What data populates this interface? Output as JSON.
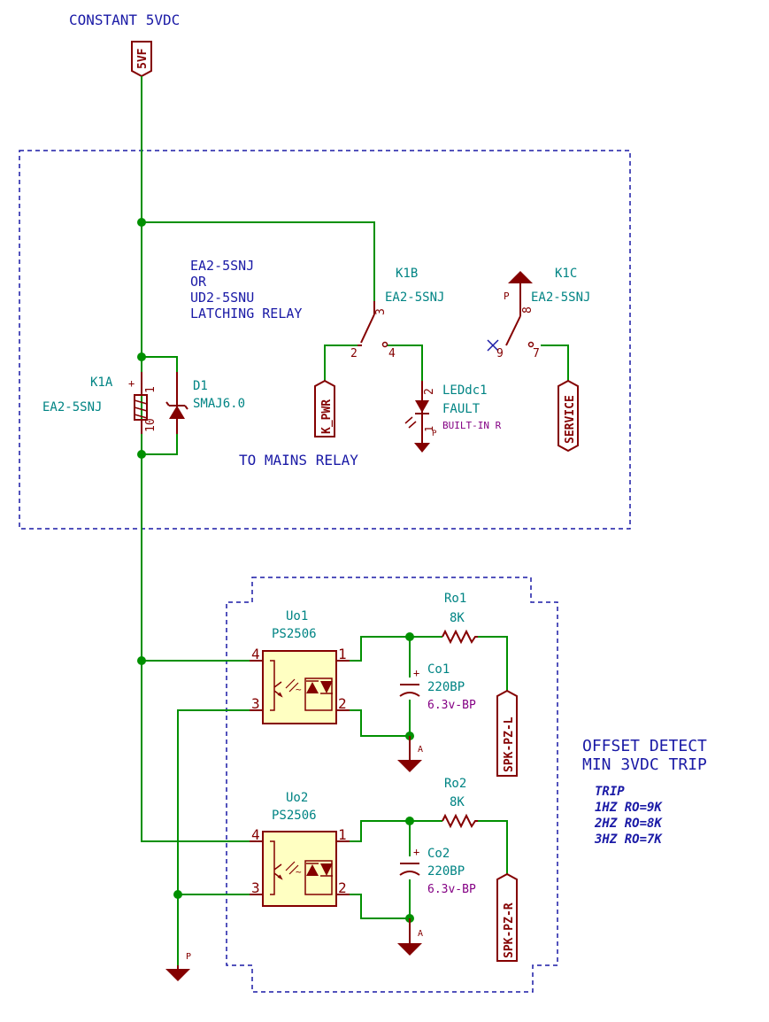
{
  "notes": {
    "supply": "CONSTANT 5VDC",
    "relay_note_1": "EA2-5SNJ",
    "relay_note_2": "OR",
    "relay_note_3": "UD2-5SNU",
    "relay_note_4": "LATCHING RELAY",
    "mains": "TO MAINS RELAY",
    "offset_1": "OFFSET DETECT",
    "offset_2": "MIN 3VDC TRIP",
    "trip_1": "TRIP",
    "trip_2": "1HZ RO=9K",
    "trip_3": "2HZ RO=8K",
    "trip_4": "3HZ RO=7K"
  },
  "labels": {
    "5vf": "5VF",
    "k_pwr": "K_PWR",
    "service": "SERVICE",
    "spk_l": "SPK-PZ-L",
    "spk_r": "SPK-PZ-R"
  },
  "parts": {
    "k1a_ref": "K1A",
    "k1a_val": "EA2-5SNJ",
    "k1a_pin1": "1",
    "k1a_pin10": "10",
    "k1a_plus": "+",
    "d1_ref": "D1",
    "d1_val": "SMAJ6.0",
    "k1b_ref": "K1B",
    "k1b_val": "EA2-5SNJ",
    "k1b_p3": "3",
    "k1b_p2": "2",
    "k1b_p4": "4",
    "k1c_ref": "K1C",
    "k1c_val": "EA2-5SNJ",
    "k1c_p8": "8",
    "k1c_p9": "9",
    "k1c_p7": "7",
    "k1c_pwr": "P",
    "led_ref": "LEDdc1",
    "led_val": "FAULT",
    "led_note": "BUILT-IN R",
    "led_p2": "2",
    "led_p1": "1",
    "led_gnd": "P",
    "u1_ref": "Uo1",
    "u1_val": "PS2506",
    "u2_ref": "Uo2",
    "u2_val": "PS2506",
    "u_p4": "4",
    "u_p3": "3",
    "u_p1": "1",
    "u_p2": "2",
    "r1_ref": "Ro1",
    "r1_val": "8K",
    "r2_ref": "Ro2",
    "r2_val": "8K",
    "c1_ref": "Co1",
    "c1_val": "220BP",
    "c1_v": "6.3v-BP",
    "c2_ref": "Co2",
    "c2_val": "220BP",
    "c2_v": "6.3v-BP",
    "cap_plus": "+",
    "gnd_a": "A",
    "gnd_p": "P"
  },
  "colors": {
    "wire": "#009000",
    "component": "#840000",
    "value_text": "#008484",
    "note_text": "#1a1aa6",
    "field_text": "#840084",
    "ic_fill": "#ffffc2"
  }
}
